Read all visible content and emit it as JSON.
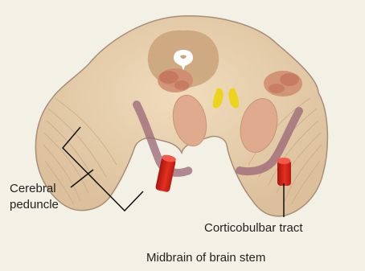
{
  "labels": {
    "cerebral_peduncle_line1": "Cerebral",
    "cerebral_peduncle_line2": "peduncle",
    "corticobulbar_tract": "Corticobulbar tract"
  },
  "caption": "Midbrain of brain stem",
  "colors": {
    "background": "#f3f0e6",
    "tissue": "#ead4b2",
    "tissue_edge": "#a98d78",
    "aqueduct_area": "#c9a27a",
    "red_nucleus": "#cf8a6e",
    "substantia_nigra": "#9a6676",
    "nucleus_oval": "#dfaa8e",
    "yellow_nuclei": "#ecd41c",
    "tract_red": "#d9261c",
    "leader_line": "#111111"
  }
}
